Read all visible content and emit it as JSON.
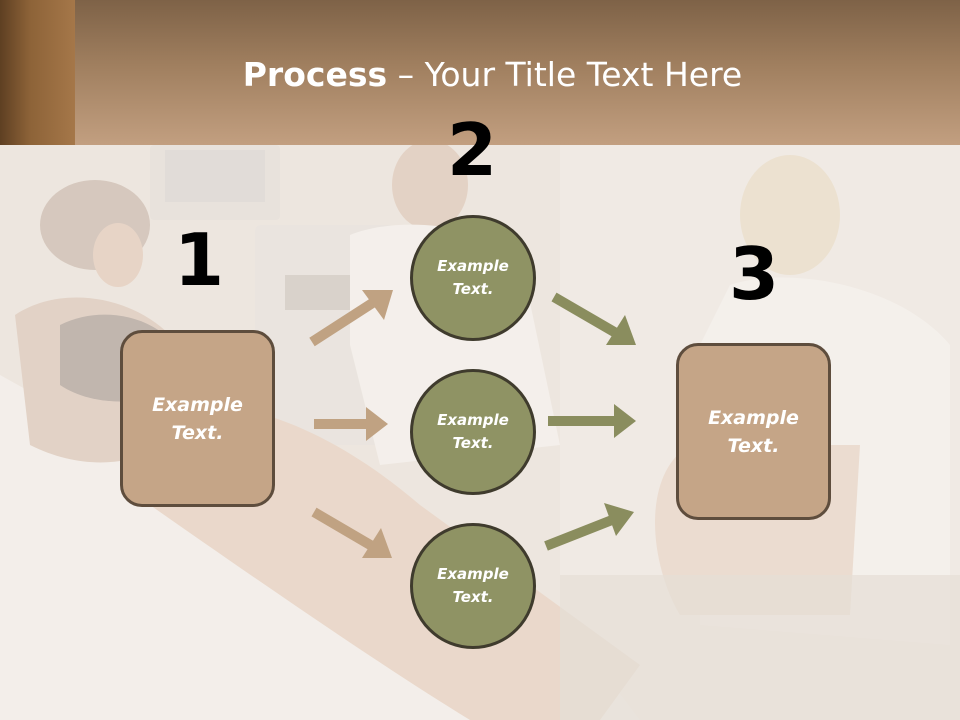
{
  "slide": {
    "title_bold": "Process",
    "title_rest": " – Your Title Text Here"
  },
  "steps": [
    {
      "number": "1",
      "text": "Example\nText."
    },
    {
      "number": "2",
      "text": ""
    },
    {
      "number": "3",
      "text": "Example\nText."
    }
  ],
  "circles": [
    {
      "text": "Example\nText."
    },
    {
      "text": "Example\nText."
    },
    {
      "text": "Example\nText."
    }
  ],
  "colors": {
    "box_fill": "#c5a587",
    "circle_fill": "#8f9364",
    "arrow_tan": "#c0a282",
    "arrow_olive": "#8a8d5e"
  }
}
